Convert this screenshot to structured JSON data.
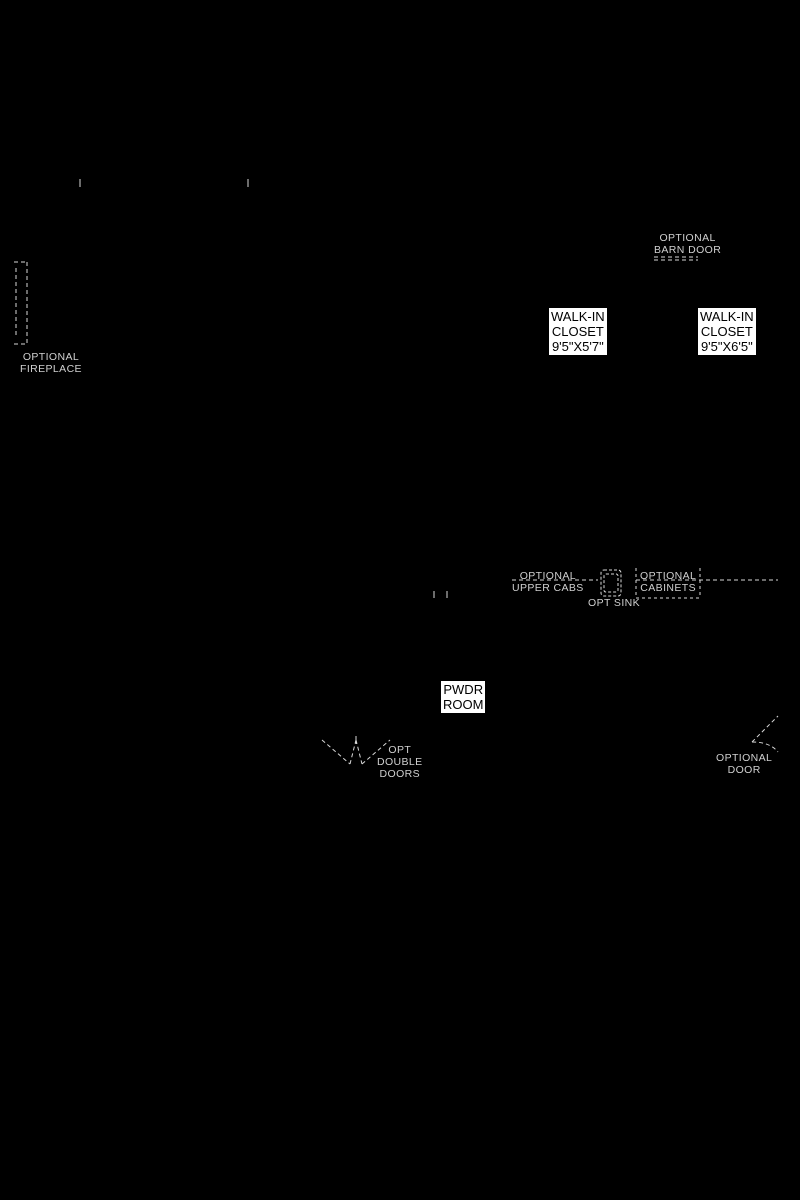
{
  "colors": {
    "background": "#000000",
    "linework": "#d8d8d8",
    "label_bg": "#ffffff",
    "label_text": "#000000",
    "note_text": "#d0d0d0"
  },
  "notes": {
    "barn_door": {
      "line1": "OPTIONAL",
      "line2": "BARN DOOR"
    },
    "fireplace": {
      "line1": "OPTIONAL",
      "line2": "FIREPLACE"
    },
    "upper_cabs": {
      "line1": "OPTIONAL",
      "line2": "UPPER CABS"
    },
    "cabinets": {
      "line1": "OPTIONAL",
      "line2": "CABINETS"
    },
    "opt_sink": {
      "line1": "OPT SINK"
    },
    "double_doors": {
      "line1": "OPT",
      "line2": "DOUBLE",
      "line3": "DOORS"
    },
    "optional_door": {
      "line1": "OPTIONAL",
      "line2": "DOOR"
    }
  },
  "rooms": {
    "closet_1": {
      "line1": "WALK-IN",
      "line2": "CLOSET",
      "line3": "9'5\"X5'7\""
    },
    "closet_2": {
      "line1": "WALK-IN",
      "line2": "CLOSET",
      "line3": "9'5\"X6'5\""
    },
    "powder_room": {
      "line1": "PWDR",
      "line2": "ROOM"
    }
  }
}
